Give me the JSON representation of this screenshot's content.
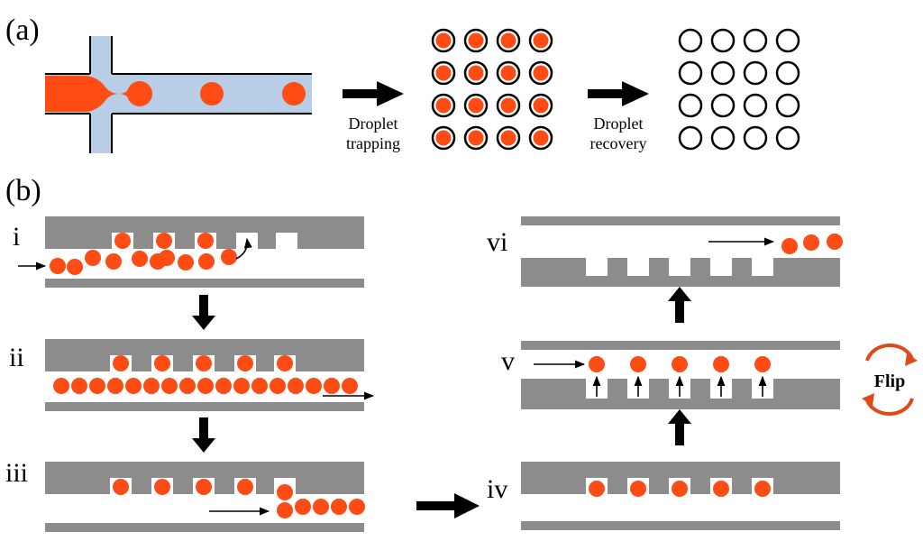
{
  "panel_a": {
    "label": "(a)",
    "trapping_label_1": "Droplet",
    "trapping_label_2": "trapping",
    "recovery_label_1": "Droplet",
    "recovery_label_2": "recovery",
    "trapped_grid": {
      "rows": 4,
      "cols": 4
    },
    "empty_grid": {
      "rows": 4,
      "cols": 4
    }
  },
  "panel_b": {
    "label": "(b)",
    "steps": [
      {
        "id": "i",
        "label": "i"
      },
      {
        "id": "ii",
        "label": "ii"
      },
      {
        "id": "iii",
        "label": "iii"
      },
      {
        "id": "iv",
        "label": "iv"
      },
      {
        "id": "v",
        "label": "v"
      },
      {
        "id": "vi",
        "label": "vi"
      }
    ],
    "flip_label": "Flip"
  },
  "colors": {
    "droplet": "#ff4b14",
    "droplet_stroke": "#b83a12",
    "oil": "#b8cde6",
    "wall": "#8c8c8c",
    "arrow": "#000000",
    "flip_arrow": "#e04a17"
  }
}
